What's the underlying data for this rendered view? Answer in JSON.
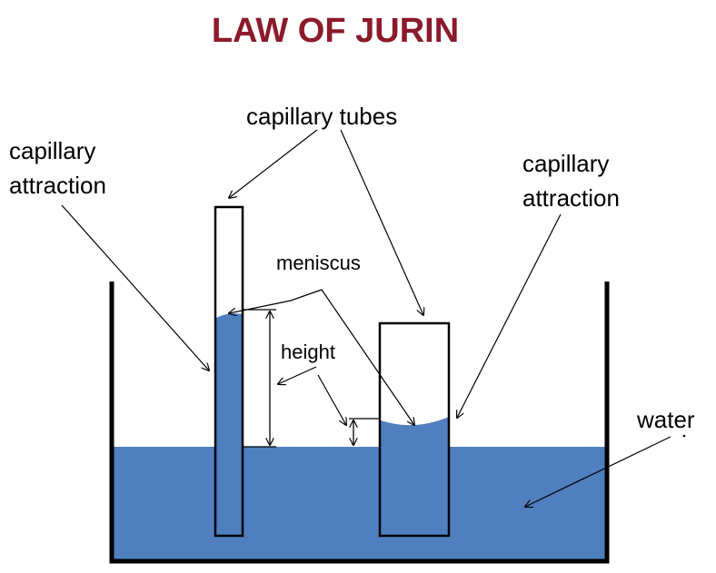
{
  "title": "LAW OF JURIN",
  "labels": {
    "capillary_tubes": "capillary tubes",
    "left_attraction_line1": "capillary",
    "left_attraction_line2": "attraction",
    "right_attraction_line1": "capillary",
    "right_attraction_line2": "attraction",
    "meniscus": "meniscus",
    "height": "height",
    "water": "water"
  },
  "colors": {
    "title": "#8b1a2b",
    "water": "#4f7fbf",
    "outline": "#000000",
    "background": "#ffffff"
  }
}
